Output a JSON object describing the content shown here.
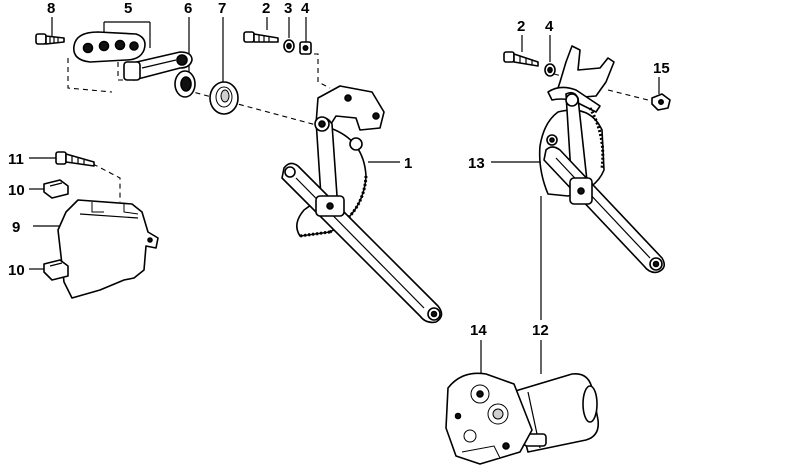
{
  "diagram": {
    "callouts": [
      {
        "id": "c8",
        "label": "8"
      },
      {
        "id": "c5",
        "label": "5"
      },
      {
        "id": "c6",
        "label": "6"
      },
      {
        "id": "c7",
        "label": "7"
      },
      {
        "id": "c2a",
        "label": "2"
      },
      {
        "id": "c3",
        "label": "3"
      },
      {
        "id": "c4a",
        "label": "4"
      },
      {
        "id": "c1",
        "label": "1"
      },
      {
        "id": "c11",
        "label": "11"
      },
      {
        "id": "c10a",
        "label": "10"
      },
      {
        "id": "c9",
        "label": "9"
      },
      {
        "id": "c10b",
        "label": "10"
      },
      {
        "id": "c2b",
        "label": "2"
      },
      {
        "id": "c4b",
        "label": "4"
      },
      {
        "id": "c15",
        "label": "15"
      },
      {
        "id": "c13",
        "label": "13"
      },
      {
        "id": "c14",
        "label": "14"
      },
      {
        "id": "c12",
        "label": "12"
      }
    ]
  }
}
